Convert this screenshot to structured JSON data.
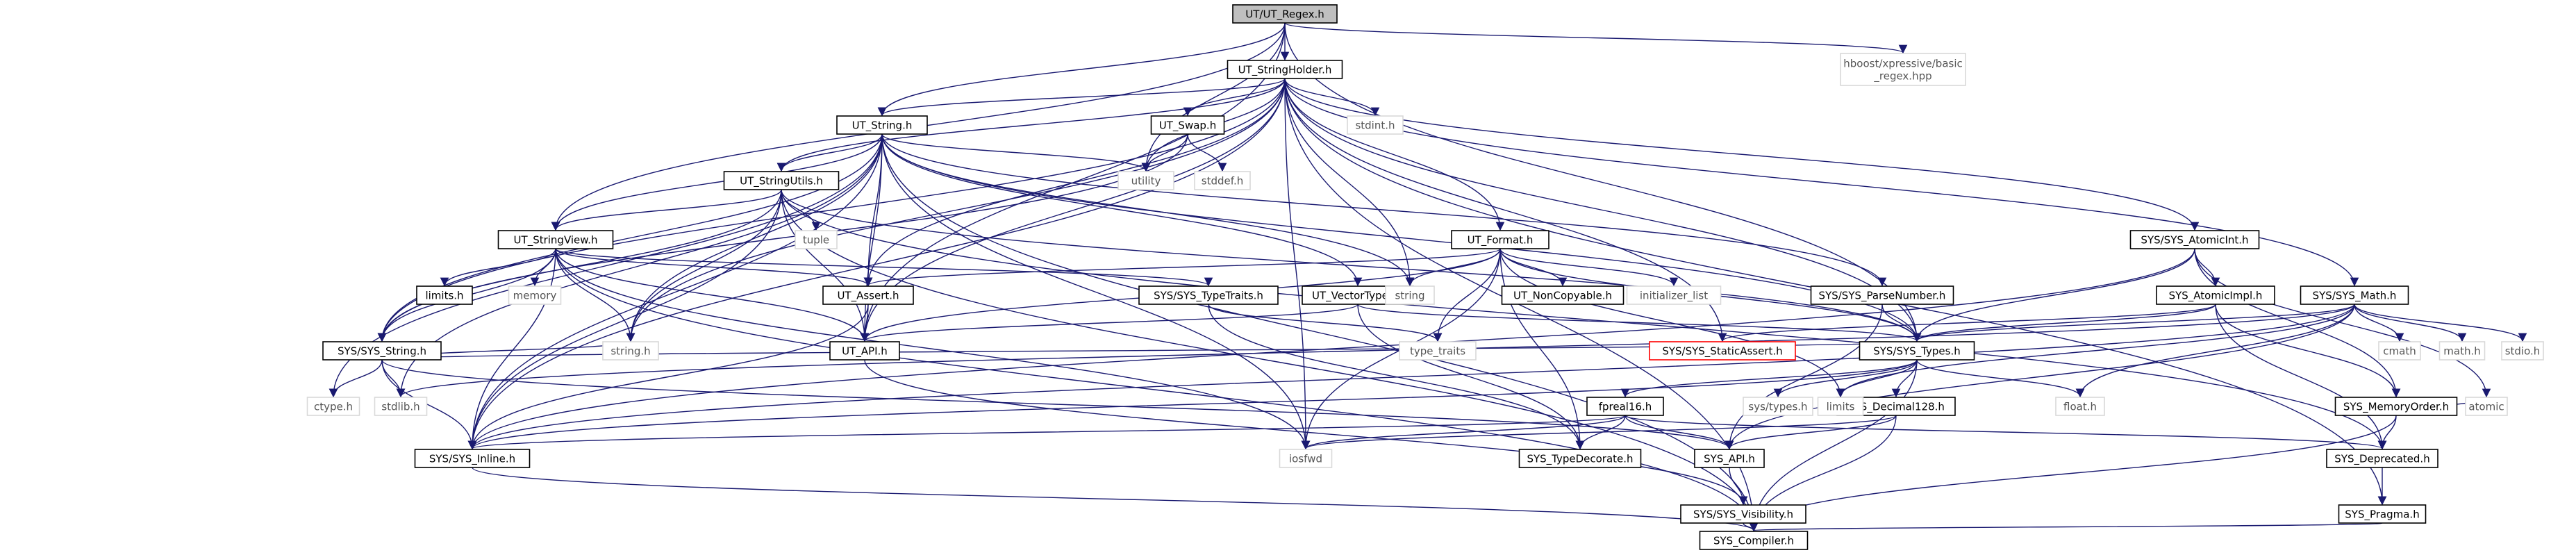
{
  "diagram_title": "",
  "colors": {
    "edge": "#191970",
    "root_fill": "#bfbfbf",
    "external_border": "#d9d9d9",
    "red_border": "#ff0000"
  },
  "nodes": [
    {
      "id": "n_root",
      "label": "UT/UT_Regex.h",
      "kind": "root"
    },
    {
      "id": "n_holder",
      "label": "UT_StringHolder.h",
      "kind": "file"
    },
    {
      "id": "n_xpress",
      "label": "hboost/xpressive/basic\n_regex.hpp",
      "kind": "ext"
    },
    {
      "id": "n_string",
      "label": "UT_String.h",
      "kind": "file"
    },
    {
      "id": "n_swap",
      "label": "UT_Swap.h",
      "kind": "file"
    },
    {
      "id": "n_stdint",
      "label": "stdint.h",
      "kind": "ext"
    },
    {
      "id": "n_utility",
      "label": "utility",
      "kind": "ext"
    },
    {
      "id": "n_stddef",
      "label": "stddef.h",
      "kind": "ext"
    },
    {
      "id": "n_strutils",
      "label": "UT_StringUtils.h",
      "kind": "file"
    },
    {
      "id": "n_tuple",
      "label": "tuple",
      "kind": "ext"
    },
    {
      "id": "n_format",
      "label": "UT_Format.h",
      "kind": "file"
    },
    {
      "id": "n_atomicint",
      "label": "SYS/SYS_AtomicInt.h",
      "kind": "file"
    },
    {
      "id": "n_strview",
      "label": "UT_StringView.h",
      "kind": "file"
    },
    {
      "id": "n_limits_h",
      "label": "limits.h",
      "kind": "file"
    },
    {
      "id": "n_memory",
      "label": "memory",
      "kind": "ext"
    },
    {
      "id": "n_assert",
      "label": "UT_Assert.h",
      "kind": "file"
    },
    {
      "id": "n_typetraits_sys",
      "label": "SYS/SYS_TypeTraits.h",
      "kind": "file"
    },
    {
      "id": "n_vectortypes",
      "label": "UT_VectorTypes.h",
      "kind": "file"
    },
    {
      "id": "n_stdstring",
      "label": "string",
      "kind": "ext"
    },
    {
      "id": "n_noncopy",
      "label": "UT_NonCopyable.h",
      "kind": "file"
    },
    {
      "id": "n_initlist",
      "label": "initializer_list",
      "kind": "ext"
    },
    {
      "id": "n_parsenum",
      "label": "SYS/SYS_ParseNumber.h",
      "kind": "file"
    },
    {
      "id": "n_atomicimpl",
      "label": "SYS_AtomicImpl.h",
      "kind": "file"
    },
    {
      "id": "n_math",
      "label": "SYS/SYS_Math.h",
      "kind": "file"
    },
    {
      "id": "n_sysstring",
      "label": "SYS/SYS_String.h",
      "kind": "file"
    },
    {
      "id": "n_ctype",
      "label": "ctype.h",
      "kind": "ext"
    },
    {
      "id": "n_stdlib",
      "label": "stdlib.h",
      "kind": "ext"
    },
    {
      "id": "n_stringh",
      "label": "string.h",
      "kind": "ext"
    },
    {
      "id": "n_utapi",
      "label": "UT_API.h",
      "kind": "file"
    },
    {
      "id": "n_type_traits",
      "label": "type_traits",
      "kind": "ext"
    },
    {
      "id": "n_staticassert",
      "label": "SYS/SYS_StaticAssert.h",
      "kind": "red"
    },
    {
      "id": "n_systypes",
      "label": "SYS/SYS_Types.h",
      "kind": "file"
    },
    {
      "id": "n_cmath",
      "label": "cmath",
      "kind": "ext"
    },
    {
      "id": "n_mathh",
      "label": "math.h",
      "kind": "ext"
    },
    {
      "id": "n_stdio",
      "label": "stdio.h",
      "kind": "ext"
    },
    {
      "id": "n_memorder",
      "label": "SYS_MemoryOrder.h",
      "kind": "file"
    },
    {
      "id": "n_atomic",
      "label": "atomic",
      "kind": "ext"
    },
    {
      "id": "n_systypesh",
      "label": "sys/types.h",
      "kind": "ext"
    },
    {
      "id": "n_fpreal16",
      "label": "fpreal16.h",
      "kind": "file"
    },
    {
      "id": "n_decimal",
      "label": "SYS_Decimal128.h",
      "kind": "file"
    },
    {
      "id": "n_limits",
      "label": "limits",
      "kind": "ext"
    },
    {
      "id": "n_float",
      "label": "float.h",
      "kind": "ext"
    },
    {
      "id": "n_inline",
      "label": "SYS/SYS_Inline.h",
      "kind": "file"
    },
    {
      "id": "n_iosfwd",
      "label": "iosfwd",
      "kind": "ext"
    },
    {
      "id": "n_typedecorate",
      "label": "SYS_TypeDecorate.h",
      "kind": "file"
    },
    {
      "id": "n_sysapi",
      "label": "SYS_API.h",
      "kind": "file"
    },
    {
      "id": "n_deprecated",
      "label": "SYS_Deprecated.h",
      "kind": "file"
    },
    {
      "id": "n_visibility",
      "label": "SYS/SYS_Visibility.h",
      "kind": "file"
    },
    {
      "id": "n_pragma",
      "label": "SYS_Pragma.h",
      "kind": "file"
    },
    {
      "id": "n_compiler",
      "label": "SYS_Compiler.h",
      "kind": "file"
    }
  ],
  "edges": [
    [
      "n_root",
      "n_holder"
    ],
    [
      "n_root",
      "n_xpress"
    ],
    [
      "n_root",
      "n_string"
    ],
    [
      "n_root",
      "n_utility"
    ],
    [
      "n_root",
      "n_strview"
    ],
    [
      "n_root",
      "n_utapi"
    ],
    [
      "n_root",
      "n_systypes"
    ],
    [
      "n_holder",
      "n_string"
    ],
    [
      "n_holder",
      "n_swap"
    ],
    [
      "n_holder",
      "n_stdint"
    ],
    [
      "n_holder",
      "n_utility"
    ],
    [
      "n_holder",
      "n_strutils"
    ],
    [
      "n_holder",
      "n_format"
    ],
    [
      "n_holder",
      "n_atomicint"
    ],
    [
      "n_holder",
      "n_math"
    ],
    [
      "n_holder",
      "n_stdstring"
    ],
    [
      "n_holder",
      "n_iosfwd"
    ],
    [
      "n_holder",
      "n_staticassert"
    ],
    [
      "n_holder",
      "n_assert"
    ],
    [
      "n_holder",
      "n_utapi"
    ],
    [
      "n_holder",
      "n_stringh"
    ],
    [
      "n_holder",
      "n_sysstring"
    ],
    [
      "n_holder",
      "n_systypes"
    ],
    [
      "n_holder",
      "n_inline"
    ],
    [
      "n_holder",
      "n_pragma"
    ],
    [
      "n_holder",
      "n_compiler"
    ],
    [
      "n_string",
      "n_strutils"
    ],
    [
      "n_string",
      "n_strview"
    ],
    [
      "n_string",
      "n_assert"
    ],
    [
      "n_string",
      "n_utapi"
    ],
    [
      "n_string",
      "n_vectortypes"
    ],
    [
      "n_string",
      "n_sysstring"
    ],
    [
      "n_string",
      "n_stdstring"
    ],
    [
      "n_string",
      "n_iosfwd"
    ],
    [
      "n_string",
      "n_utility"
    ],
    [
      "n_string",
      "n_systypes"
    ],
    [
      "n_string",
      "n_inline"
    ],
    [
      "n_string",
      "n_compiler"
    ],
    [
      "n_string",
      "n_stringh"
    ],
    [
      "n_string",
      "n_parsenum"
    ],
    [
      "n_string",
      "n_ctype"
    ],
    [
      "n_string",
      "n_stdlib"
    ],
    [
      "n_swap",
      "n_utility"
    ],
    [
      "n_swap",
      "n_stddef"
    ],
    [
      "n_swap",
      "n_sysstring"
    ],
    [
      "n_strutils",
      "n_tuple"
    ],
    [
      "n_strutils",
      "n_strview"
    ],
    [
      "n_strutils",
      "n_utapi"
    ],
    [
      "n_strutils",
      "n_sysstring"
    ],
    [
      "n_strutils",
      "n_stringh"
    ],
    [
      "n_strutils",
      "n_systypes"
    ],
    [
      "n_strutils",
      "n_inline"
    ],
    [
      "n_strutils",
      "n_compiler"
    ],
    [
      "n_strutils",
      "n_deprecated"
    ],
    [
      "n_format",
      "n_noncopy"
    ],
    [
      "n_format",
      "n_initlist"
    ],
    [
      "n_format",
      "n_stdstring"
    ],
    [
      "n_format",
      "n_type_traits"
    ],
    [
      "n_format",
      "n_assert"
    ],
    [
      "n_format",
      "n_iosfwd"
    ],
    [
      "n_format",
      "n_systypes"
    ],
    [
      "n_format",
      "n_typedecorate"
    ],
    [
      "n_format",
      "n_utapi"
    ],
    [
      "n_format",
      "n_limits"
    ],
    [
      "n_atomicint",
      "n_atomicimpl"
    ],
    [
      "n_atomicint",
      "n_memorder"
    ],
    [
      "n_atomicint",
      "n_atomic"
    ],
    [
      "n_atomicint",
      "n_systypes"
    ],
    [
      "n_atomicint",
      "n_inline"
    ],
    [
      "n_strview",
      "n_limits_h"
    ],
    [
      "n_strview",
      "n_memory"
    ],
    [
      "n_strview",
      "n_assert"
    ],
    [
      "n_strview",
      "n_typetraits_sys"
    ],
    [
      "n_strview",
      "n_sysstring"
    ],
    [
      "n_strview",
      "n_stringh"
    ],
    [
      "n_strview",
      "n_utapi"
    ],
    [
      "n_strview",
      "n_iosfwd"
    ],
    [
      "n_strview",
      "n_inline"
    ],
    [
      "n_strview",
      "n_compiler"
    ],
    [
      "n_assert",
      "n_utapi"
    ],
    [
      "n_assert",
      "n_inline"
    ],
    [
      "n_typetraits_sys",
      "n_type_traits"
    ],
    [
      "n_typetraits_sys",
      "n_typedecorate"
    ],
    [
      "n_vectortypes",
      "n_utapi"
    ],
    [
      "n_vectortypes",
      "n_systypes"
    ],
    [
      "n_vectortypes",
      "n_typedecorate"
    ],
    [
      "n_parsenum",
      "n_systypes"
    ],
    [
      "n_parsenum",
      "n_sysapi"
    ],
    [
      "n_atomicimpl",
      "n_memorder"
    ],
    [
      "n_atomicimpl",
      "n_staticassert"
    ],
    [
      "n_atomicimpl",
      "n_systypes"
    ],
    [
      "n_atomicimpl",
      "n_deprecated"
    ],
    [
      "n_math",
      "n_cmath"
    ],
    [
      "n_math",
      "n_mathh"
    ],
    [
      "n_math",
      "n_stdio"
    ],
    [
      "n_math",
      "n_float"
    ],
    [
      "n_math",
      "n_limits"
    ],
    [
      "n_math",
      "n_systypes"
    ],
    [
      "n_math",
      "n_sysapi"
    ],
    [
      "n_math",
      "n_inline"
    ],
    [
      "n_math",
      "n_stdlib"
    ],
    [
      "n_sysstring",
      "n_ctype"
    ],
    [
      "n_sysstring",
      "n_stdlib"
    ],
    [
      "n_sysstring",
      "n_stringh"
    ],
    [
      "n_sysstring",
      "n_systypes"
    ],
    [
      "n_sysstring",
      "n_inline"
    ],
    [
      "n_sysstring",
      "n_sysapi"
    ],
    [
      "n_utapi",
      "n_visibility"
    ],
    [
      "n_systypes",
      "n_systypesh"
    ],
    [
      "n_systypes",
      "n_fpreal16"
    ],
    [
      "n_systypes",
      "n_decimal"
    ],
    [
      "n_systypes",
      "n_limits"
    ],
    [
      "n_systypes",
      "n_float"
    ],
    [
      "n_systypes",
      "n_inline"
    ],
    [
      "n_systypes",
      "n_compiler"
    ],
    [
      "n_fpreal16",
      "n_sysapi"
    ],
    [
      "n_fpreal16",
      "n_typedecorate"
    ],
    [
      "n_fpreal16",
      "n_inline"
    ],
    [
      "n_fpreal16",
      "n_iosfwd"
    ],
    [
      "n_fpreal16",
      "n_deprecated"
    ],
    [
      "n_decimal",
      "n_sysapi"
    ],
    [
      "n_decimal",
      "n_compiler"
    ],
    [
      "n_decimal",
      "n_iosfwd"
    ],
    [
      "n_memorder",
      "n_deprecated"
    ],
    [
      "n_memorder",
      "n_atomic"
    ],
    [
      "n_memorder",
      "n_compiler"
    ],
    [
      "n_sysapi",
      "n_visibility"
    ],
    [
      "n_deprecated",
      "n_pragma"
    ],
    [
      "n_visibility",
      "n_compiler"
    ],
    [
      "n_pragma",
      "n_compiler"
    ],
    [
      "n_inline",
      "n_compiler"
    ]
  ]
}
